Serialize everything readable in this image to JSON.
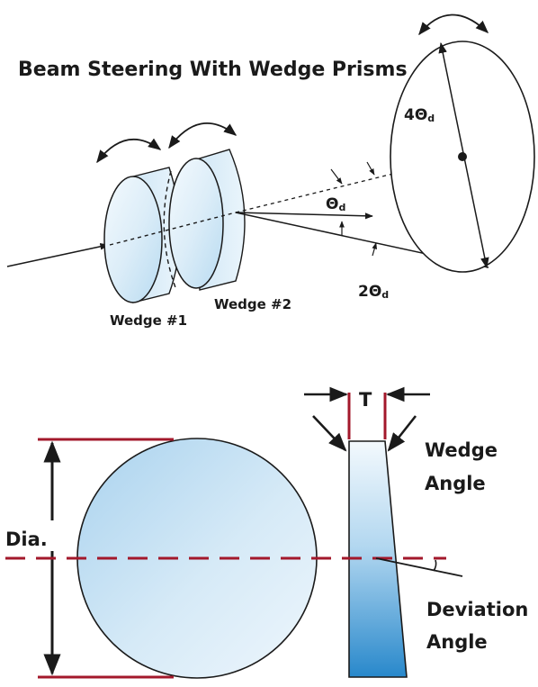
{
  "title": "Beam Steering With Wedge Prisms",
  "labels": {
    "wedge1": "Wedge #1",
    "wedge2": "Wedge #2",
    "theta_symbol": "Θ",
    "theta_sub": "d",
    "angle_1_prefix": "",
    "angle_2_prefix": "2",
    "angle_4_prefix": "4",
    "T": "T",
    "dia": "Dia.",
    "wedge_angle_line1": "Wedge",
    "wedge_angle_line2": "Angle",
    "deviation_line1": "Deviation",
    "deviation_line2": "Angle"
  },
  "colors": {
    "ink": "#1a1a1a",
    "red": "#a3182b",
    "glass_light": "#eaf4fb",
    "glass_mid": "#b9dbf0",
    "wedge_dark": "#2d8fcf"
  }
}
